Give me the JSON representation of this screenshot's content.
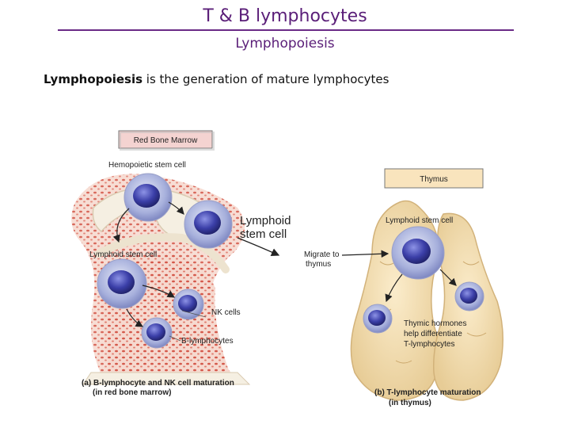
{
  "slide": {
    "title": "T & B lymphocytes",
    "subtitle": "Lymphopoiesis",
    "description_bold": "Lymphopoiesis",
    "description_rest": " is the generation of mature lymphocytes"
  },
  "figure": {
    "red_bone_marrow_box": "Red Bone Marrow",
    "thymus_box": "Thymus",
    "hemopoietic_stem_cell": "Hemopoietic stem cell",
    "lymphoid_stem_cell_zoom_line1": "Lymphoid",
    "lymphoid_stem_cell_zoom_line2": "stem cell",
    "lymphoid_stem_cell_left": "Lymphoid stem cell",
    "lymphoid_stem_cell_right": "Lymphoid stem cell",
    "migrate_line1": "Migrate to",
    "migrate_line2": "thymus",
    "nk_cells": "NK cells",
    "b_lymphocytes": "B-lymphocytes",
    "thymic_line1": "Thymic hormones",
    "thymic_line2": "help differentiate",
    "thymic_line3": "T-lymphocytes",
    "caption_a_line1": "(a) B-lymphocyte and NK cell maturation",
    "caption_a_line2": "(in red bone marrow)",
    "caption_b_line1": "(b) T-lymphocyte maturation",
    "caption_b_line2": "(in thymus)"
  }
}
